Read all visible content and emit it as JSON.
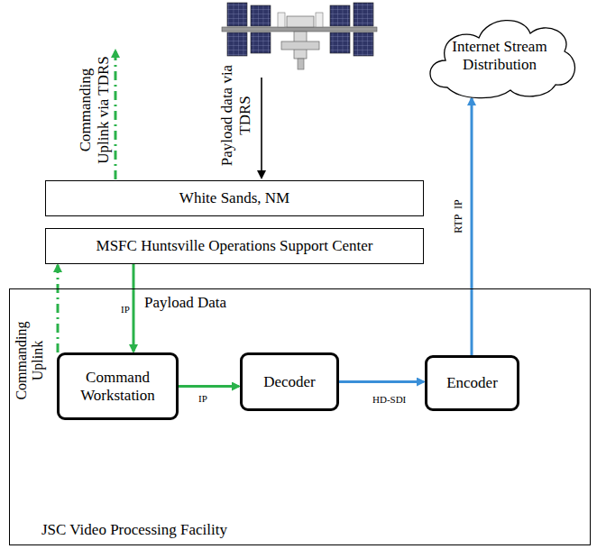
{
  "diagram": {
    "nodes": [
      {
        "text": [
          "Internet Stream Distribution"
        ]
      },
      {
        "text": [
          "White Sands, NM"
        ]
      },
      {
        "text": [
          "MSFC Huntsville Operations Support Center"
        ]
      },
      {
        "text": [
          "JSC Video Processing Facility"
        ]
      },
      {
        "text": [
          "Command Workstation"
        ],
        "in": 3
      },
      {
        "text": [
          "Decoder"
        ],
        "in": 3
      },
      {
        "text": [
          "Encoder"
        ],
        "in": 3
      }
    ],
    "edges": [
      {
        "from": 4,
        "to": 2,
        "arrow": "to"
      },
      {
        "from": 2,
        "to": 4,
        "label": "IP",
        "arrow": "to"
      },
      {
        "from": 4,
        "to": 5,
        "label": "IP",
        "arrow": "to"
      },
      {
        "from": 5,
        "to": 6,
        "label": "HD-SDI",
        "arrow": "to"
      },
      {
        "from": 6,
        "to": 0,
        "label": "RTP  IP",
        "arrow": "to"
      }
    ],
    "labels": [
      "Commanding Uplink via TDRS",
      "Payload data via TDRS",
      "Payload Data",
      "Commanding Uplink"
    ]
  }
}
